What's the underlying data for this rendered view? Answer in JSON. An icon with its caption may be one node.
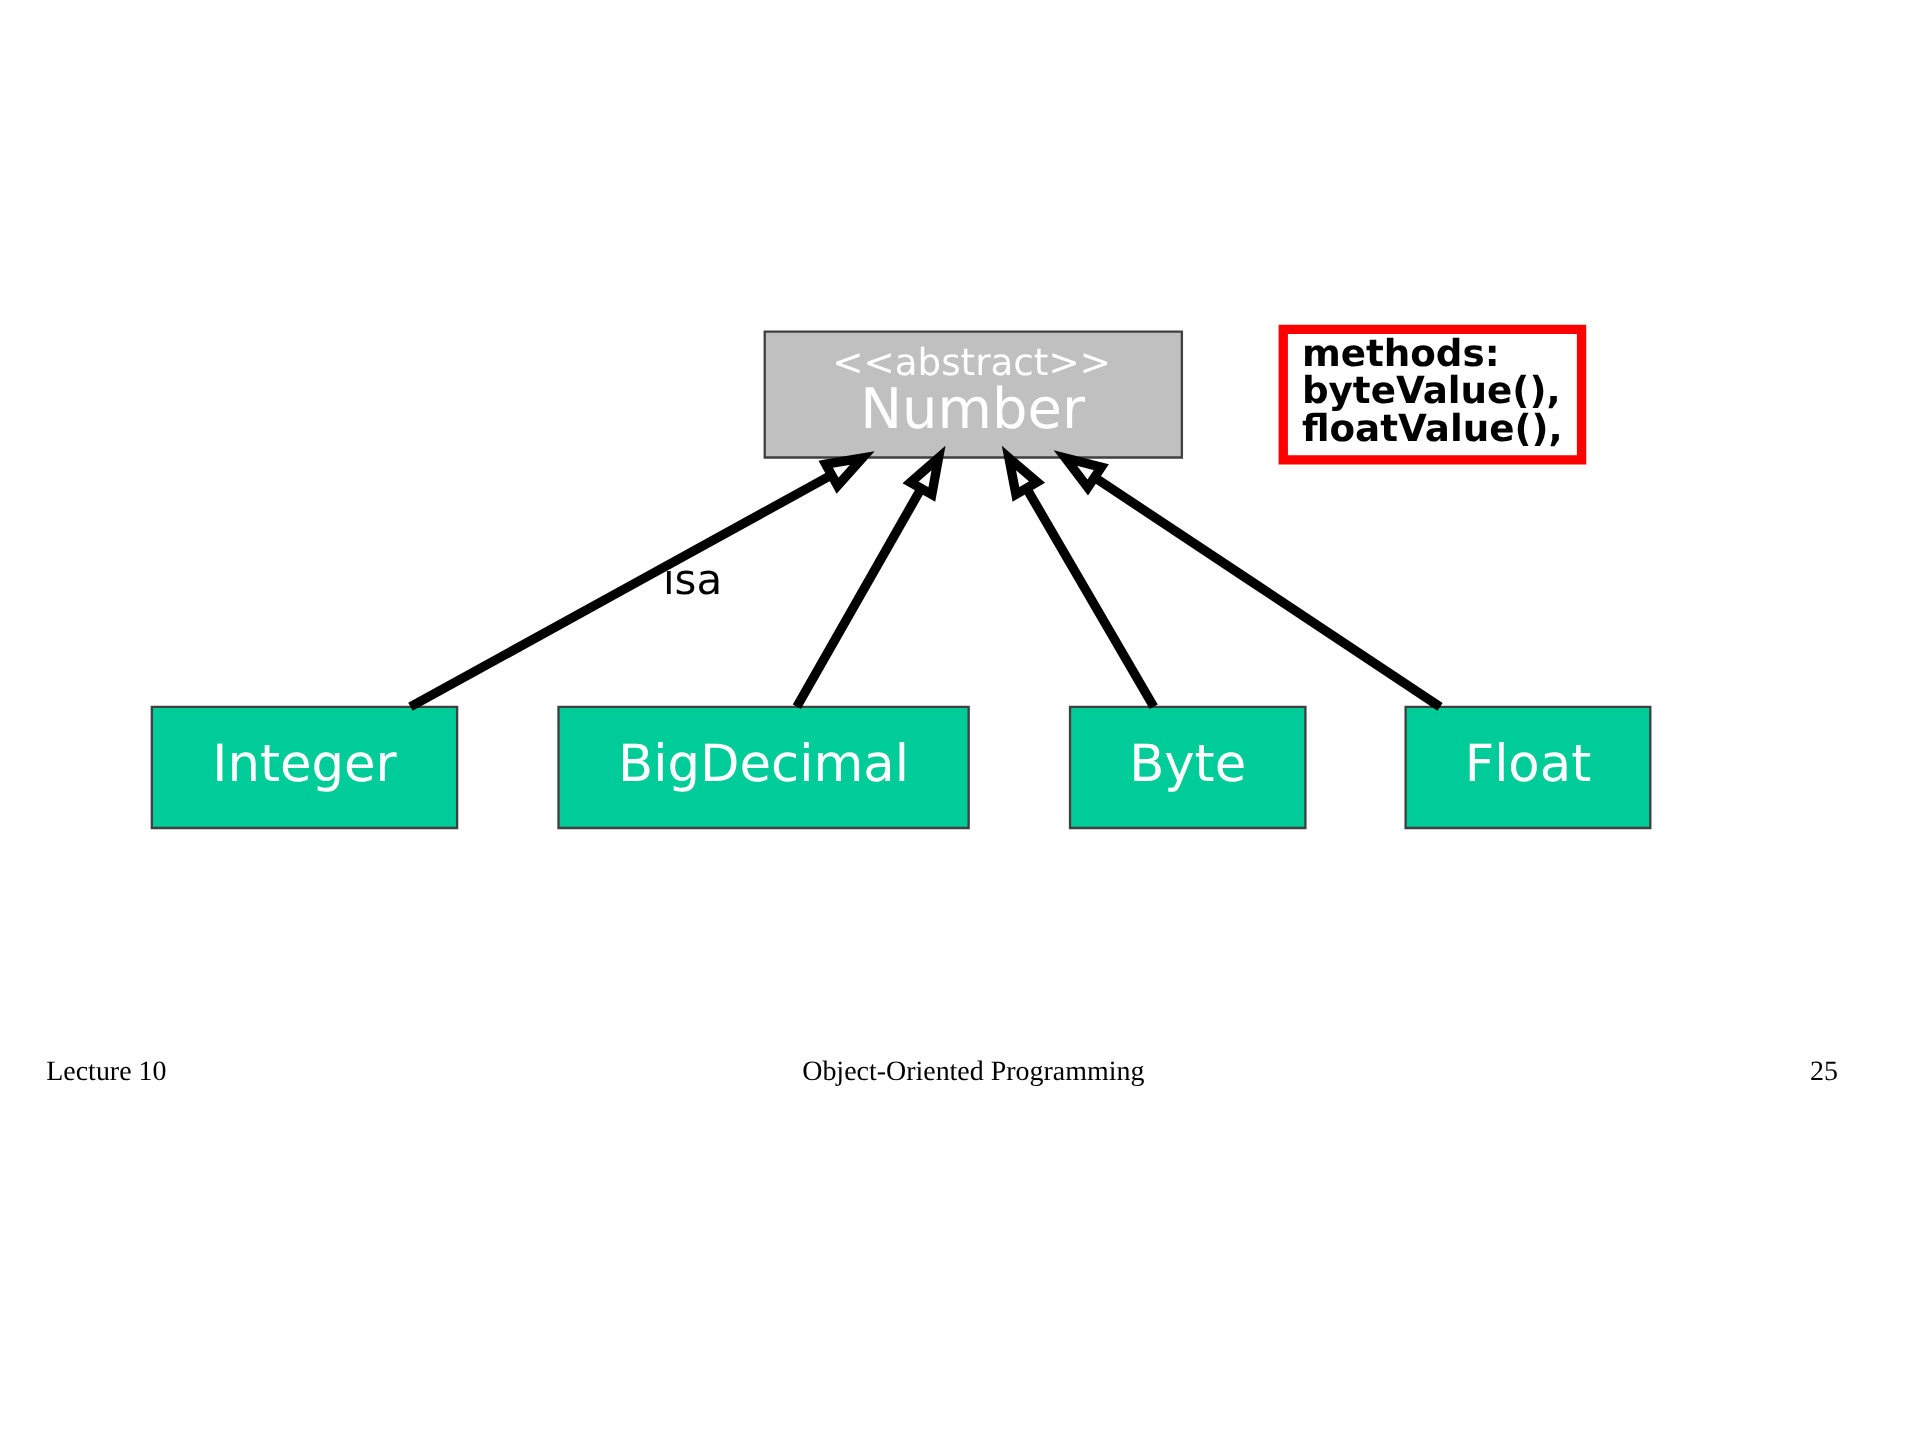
{
  "diagram": {
    "nodes": [
      {
        "text": [
          "<<abstract>>",
          "Number"
        ]
      },
      {
        "text": [
          "methods: byteValue(), floatValue(),"
        ]
      },
      {
        "text": [
          "Integer"
        ]
      },
      {
        "text": [
          "BigDecimal"
        ]
      },
      {
        "text": [
          "Byte"
        ]
      },
      {
        "text": [
          "Float"
        ]
      }
    ],
    "edges": [
      {
        "from": 2,
        "to": 0,
        "arrow": "to",
        "label": "isa"
      },
      {
        "from": 3,
        "to": 0,
        "arrow": "to"
      },
      {
        "from": 4,
        "to": 0,
        "arrow": "to"
      },
      {
        "from": 5,
        "to": 0,
        "arrow": "to"
      }
    ],
    "labels": [
      "Lecture 10",
      "Object-Oriented Programming",
      "25"
    ]
  }
}
